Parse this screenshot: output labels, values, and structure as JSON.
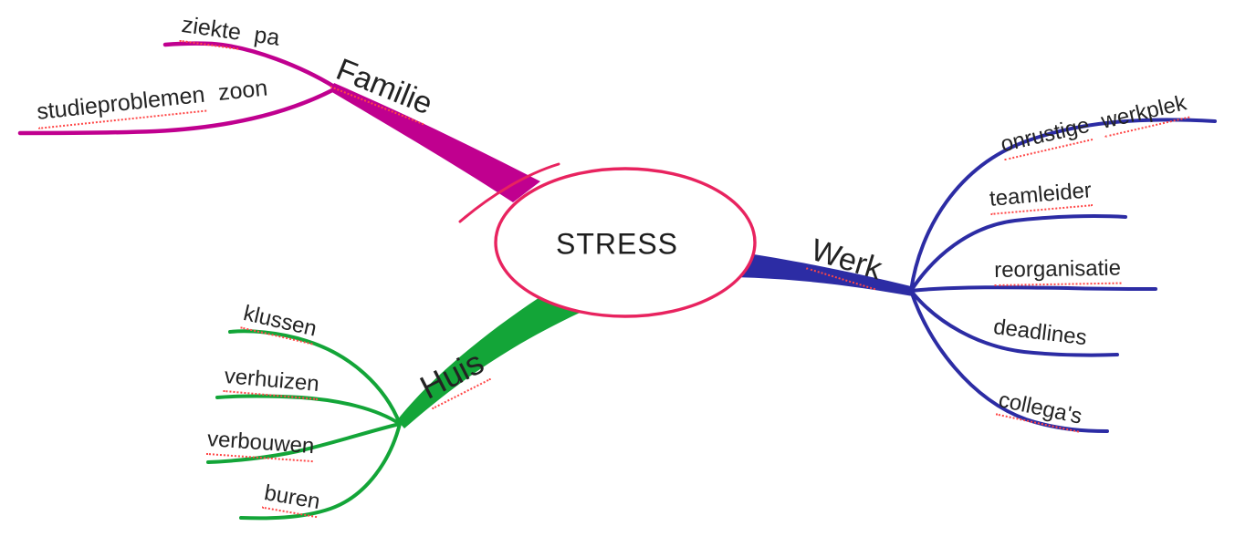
{
  "center": {
    "label": "STRESS"
  },
  "colors": {
    "ellipse": "#e8235f",
    "familie": "#c0008f",
    "werk": "#2c2ca4",
    "huis": "#13a538",
    "text": "#232323",
    "spellcheck_underline": "#ff4646",
    "background": "#ffffff"
  },
  "branches": [
    {
      "label": {
        "text": "Familie",
        "flagged": true
      },
      "children": [
        {
          "words": [
            {
              "text": "ziekte",
              "flagged": true
            },
            {
              "text": "pa",
              "flagged": false
            }
          ]
        },
        {
          "words": [
            {
              "text": "studieproblemen",
              "flagged": true
            },
            {
              "text": "zoon",
              "flagged": false
            }
          ]
        }
      ]
    },
    {
      "label": {
        "text": "Werk",
        "flagged": true
      },
      "children": [
        {
          "words": [
            {
              "text": "onrustige",
              "flagged": true
            },
            {
              "text": "werkplek",
              "flagged": true
            }
          ]
        },
        {
          "words": [
            {
              "text": "teamleider",
              "flagged": true
            }
          ]
        },
        {
          "words": [
            {
              "text": "reorganisatie",
              "flagged": true
            }
          ]
        },
        {
          "words": [
            {
              "text": "deadlines",
              "flagged": false
            }
          ]
        },
        {
          "words": [
            {
              "text": "collega's",
              "flagged": true
            }
          ]
        }
      ]
    },
    {
      "label": {
        "text": "Huis",
        "flagged": true
      },
      "children": [
        {
          "words": [
            {
              "text": "klussen",
              "flagged": true
            }
          ]
        },
        {
          "words": [
            {
              "text": "verhuizen",
              "flagged": true
            }
          ]
        },
        {
          "words": [
            {
              "text": "verbouwen",
              "flagged": true
            }
          ]
        },
        {
          "words": [
            {
              "text": "buren",
              "flagged": true
            }
          ]
        }
      ]
    }
  ]
}
